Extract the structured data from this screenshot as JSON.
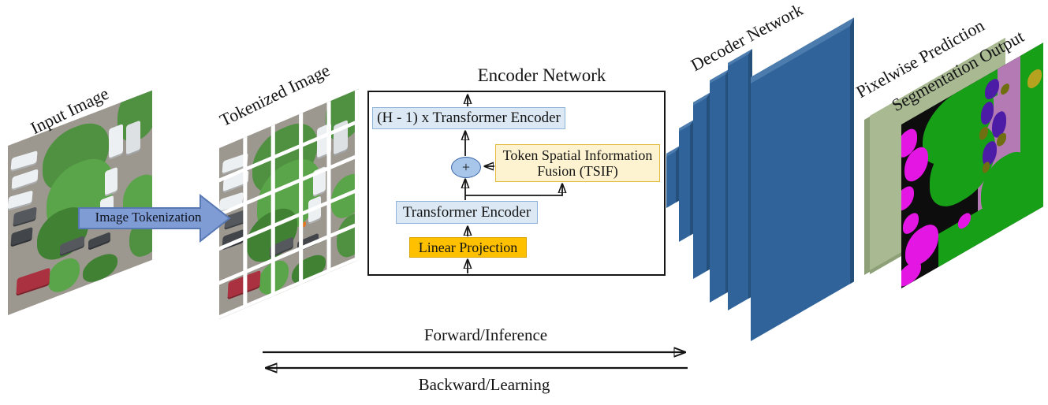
{
  "labels": {
    "input_image": "Input Image",
    "tokenized_image": "Tokenized Image",
    "image_tokenization": "Image Tokenization",
    "encoder_network": "Encoder Network",
    "decoder_network": "Decoder Network",
    "pixelwise_prediction": "Pixelwise Prediction",
    "segmentation_output": "Segmentation Output",
    "forward_inference": "Forward/Inference",
    "backward_learning": "Backward/Learning"
  },
  "encoder_blocks": {
    "stacked_transformer": "(H - 1) x Transformer Encoder",
    "sum_operator": "+",
    "tsif": "Token Spatial Information Fusion (TSIF)",
    "transformer": "Transformer Encoder",
    "linear_projection": "Linear Projection"
  },
  "colors": {
    "ink": "#141414",
    "block_fill": "#dce9f5",
    "block_border": "#8fb4d9",
    "tsif_fill": "#fdf3d0",
    "tsif_border": "#e2ba3c",
    "linear_fill": "#ffc000",
    "linear_border": "#d9a300",
    "sum_fill": "#a8c6e9",
    "sum_border": "#3c68a8",
    "arrow_fill": "#7f9cd4",
    "arrow_border": "#5878b4",
    "dec_front": "#30639a",
    "dec_side": "#26507c",
    "dec_top": "#4b7cad",
    "sage": "#a9ba93",
    "sage_side": "#8da077",
    "seg_green": "#17a017",
    "seg_magenta": "#e316e3",
    "seg_black": "#0d0d0d",
    "seg_mauve": "#b37ab3",
    "seg_violet": "#4d1ca6",
    "seg_olive": "#6f6f12",
    "seg_yellow": "#b5a21e"
  }
}
